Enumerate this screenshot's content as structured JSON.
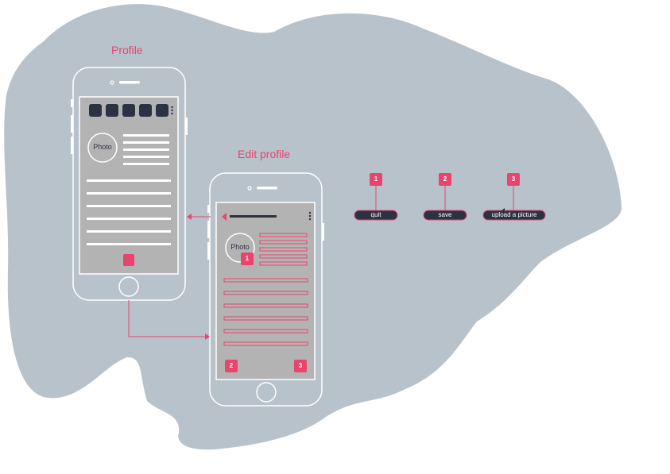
{
  "screens": {
    "profile": {
      "title": "Profile",
      "photo_label": "Photo"
    },
    "edit_profile": {
      "title": "Edit profile",
      "photo_label": "Photo"
    }
  },
  "callouts": [
    {
      "number": "1",
      "label": "quit"
    },
    {
      "number": "2",
      "label": "save"
    },
    {
      "number": "3",
      "label": "upload a picture"
    }
  ],
  "colors": {
    "accent": "#e8446e",
    "blob": "#b8c2ca",
    "screen": "#b3b3b3",
    "dark": "#2c3242",
    "white": "#ffffff"
  }
}
